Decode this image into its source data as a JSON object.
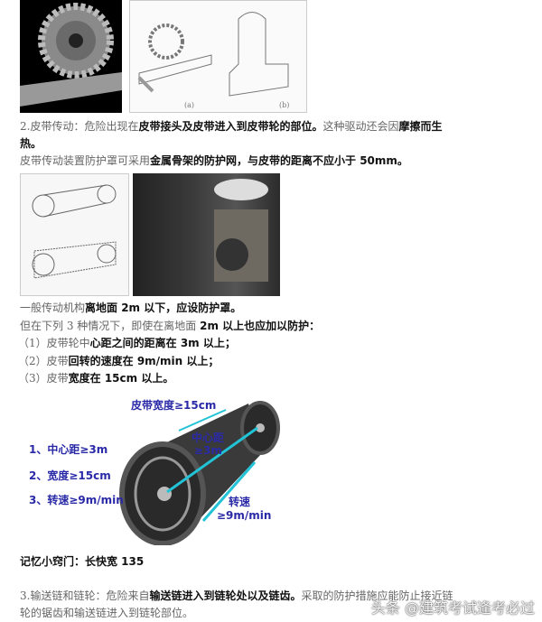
{
  "section2": {
    "line1": {
      "a": "2.皮带传动：危险出现在",
      "b": "皮带接头及皮带进入到皮带轮的部位。",
      "c": "这种驱动还会因",
      "d": "摩擦而生"
    },
    "line2": {
      "b": "热。"
    },
    "line3": {
      "a": "皮带传动装置防护罩可采用",
      "b": "金属骨架的防护网，与皮带的距离不应小于 50mm。"
    }
  },
  "rules": {
    "line1": {
      "a": "一般传动机构",
      "b": "离地面 2m 以下，应设防护罩。"
    },
    "line2": {
      "a": "但在下列 3 种情况下，即使在离地面 ",
      "b": "2m 以上也应加以防护："
    },
    "items": [
      {
        "a": "（1）皮带轮中",
        "b": "心距之间的距离在 3m 以上；"
      },
      {
        "a": "（2）皮带",
        "b": "回转的速度在 9m/min 以上；"
      },
      {
        "a": "（3）皮带",
        "b": "宽度在 15cm 以上。"
      }
    ]
  },
  "diagram": {
    "belt_width": "皮带宽度≥15cm",
    "center_distance": "中心距",
    "center_distance_value": "≥3m",
    "list": [
      "1、中心距≥3m",
      "2、宽度≥15cm",
      "3、转速≥9m/min"
    ],
    "speed": "转速",
    "speed_value": "≥9m/min",
    "label_color": "#2a2aa8",
    "arrow_color": "#22c3d6"
  },
  "mnemonic": "记忆小窍门：长快宽 135",
  "section3": {
    "line1": {
      "a": "3.输送链和链轮：危险来自",
      "b": "输送链进入到链轮处以及链齿。",
      "c": "采取的防护措施应能防止接近链"
    },
    "line2": {
      "a": "轮的锯齿和输送链进入到链轮部位。"
    }
  },
  "watermark": "头条 @建筑考试逢考必过"
}
